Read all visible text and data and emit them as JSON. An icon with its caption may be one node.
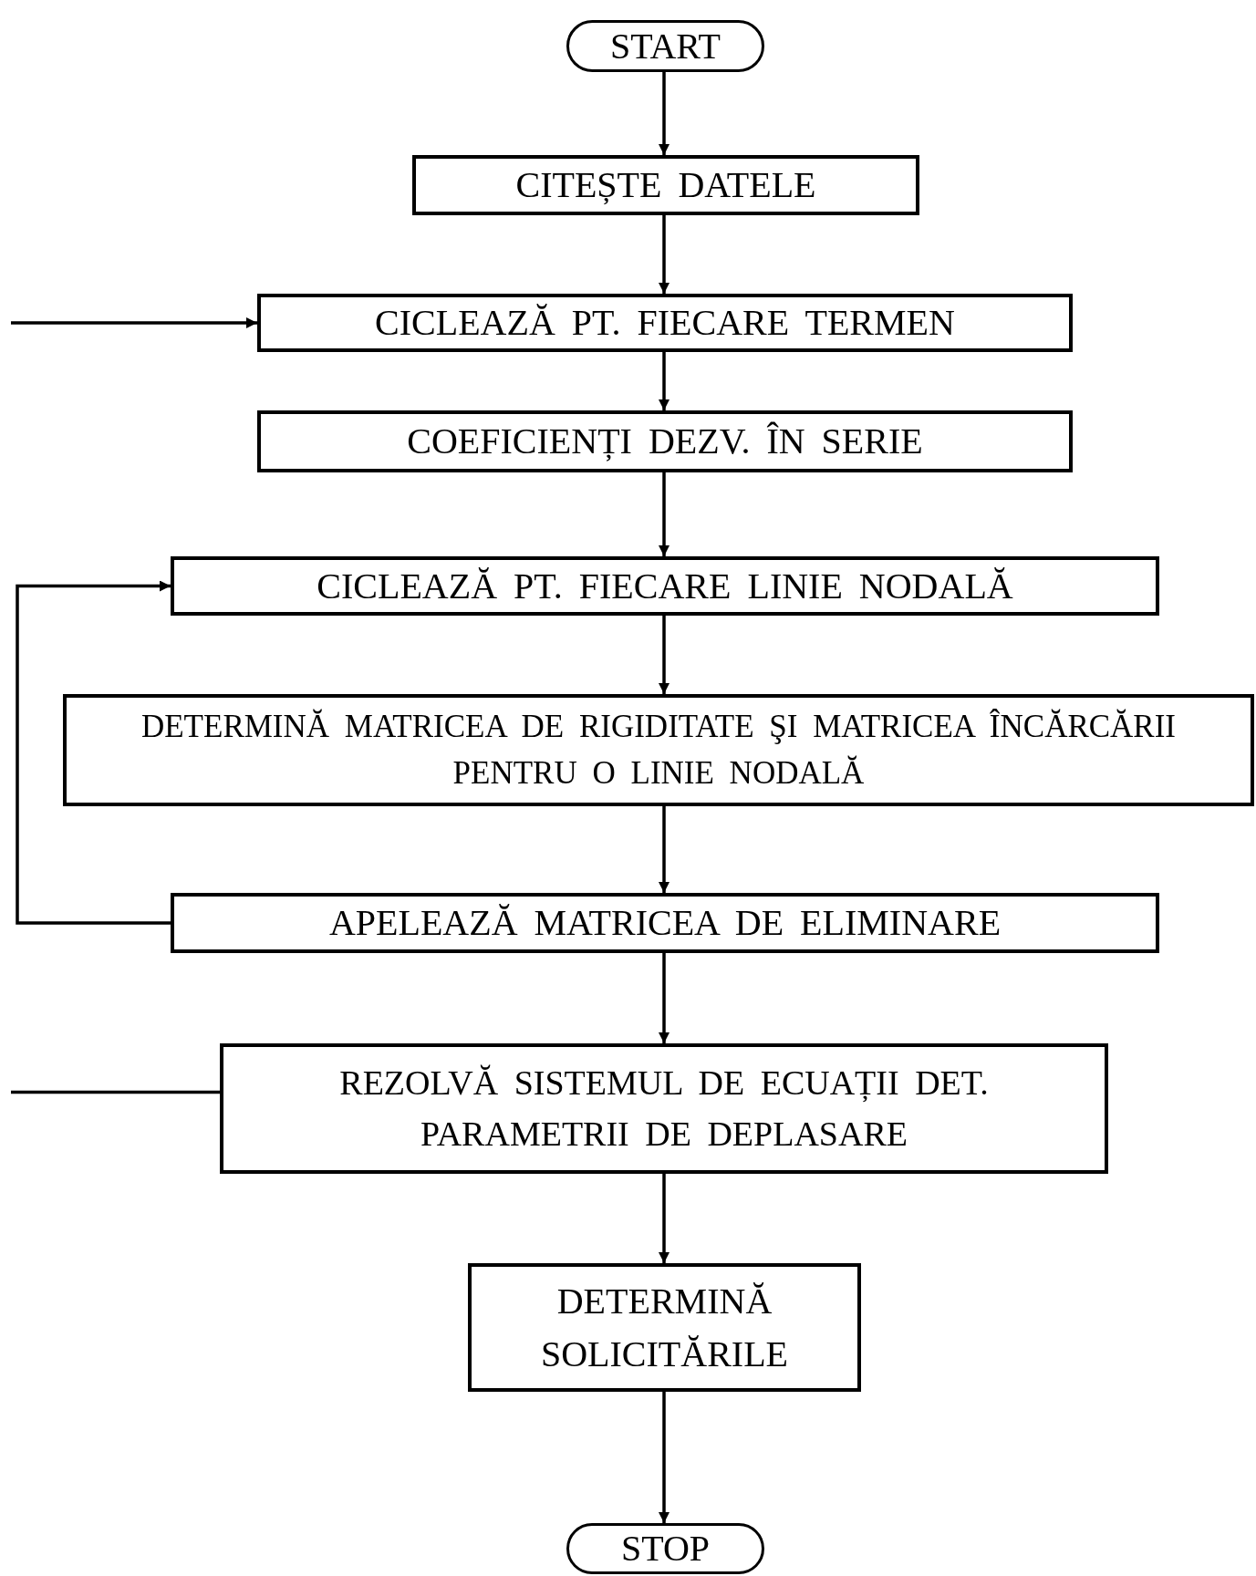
{
  "diagram": {
    "nodes": [
      {
        "text": [
          "START"
        ]
      },
      {
        "text": [
          "CITEȘTE DATELE"
        ]
      },
      {
        "text": [
          "CICLEAZĂ PT. FIECARE TERMEN"
        ]
      },
      {
        "text": [
          "COEFICIENȚI DEZV. ÎN SERIE"
        ]
      },
      {
        "text": [
          "CICLEAZĂ PT. FIECARE LINIE NODALĂ"
        ]
      },
      {
        "text": [
          "DETERMINĂ MATRICEA DE RIGIDITATE ŞI MATRICEA ÎNCĂRCĂRII PENTRU O LINIE NODALĂ"
        ]
      },
      {
        "text": [
          "APELEAZĂ MATRICEA DE ELIMINARE"
        ]
      },
      {
        "text": [
          "REZOLVĂ SISTEMUL DE ECUAȚII DET. PARAMETRII DE DEPLASARE"
        ]
      },
      {
        "text": [
          "DETERMINĂ SOLICITĂRILE"
        ]
      },
      {
        "text": [
          "STOP"
        ]
      }
    ],
    "edges": [
      {
        "from": 0,
        "to": 1,
        "arrow": "to"
      },
      {
        "from": 1,
        "to": 2,
        "arrow": "to"
      },
      {
        "from": null,
        "to": 2,
        "arrow": "to"
      },
      {
        "from": 2,
        "to": 3,
        "arrow": "to"
      },
      {
        "from": 3,
        "to": 4,
        "arrow": "to"
      },
      {
        "from": 4,
        "to": 5,
        "arrow": "to"
      },
      {
        "from": 5,
        "to": 6,
        "arrow": "to"
      },
      {
        "from": 6,
        "to": 4,
        "arrow": "to"
      },
      {
        "from": 6,
        "to": 7,
        "arrow": "to"
      },
      {
        "from": 7,
        "to": null,
        "arrow": "none"
      },
      {
        "from": 7,
        "to": 8,
        "arrow": "to"
      },
      {
        "from": 8,
        "to": 9,
        "arrow": "to"
      }
    ]
  }
}
